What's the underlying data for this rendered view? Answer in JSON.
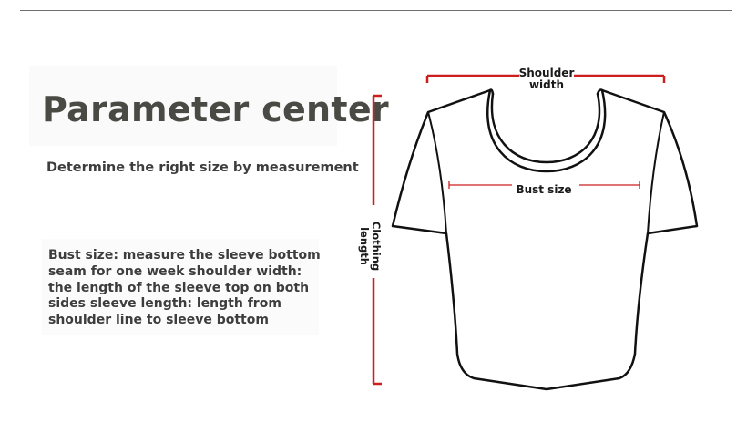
{
  "page": {
    "title": "Parameter center",
    "subtitle": "Determine the right size by measurement",
    "description": [
      "Bust size: measure the sleeve bottom",
      "seam for one week shoulder width:",
      "the length of the sleeve top on both",
      "sides sleeve length: length from",
      "shoulder line to sleeve bottom"
    ]
  },
  "diagram": {
    "shoulder_label_line1": "Shoulder",
    "shoulder_label_line2": "width",
    "bust_label": "Bust size",
    "length_label_line1": "Clothing",
    "length_label_line2": "length",
    "colors": {
      "measure_line": "#cc1e1e",
      "shirt_outline": "#111111",
      "text": "#3d3d3d"
    }
  }
}
